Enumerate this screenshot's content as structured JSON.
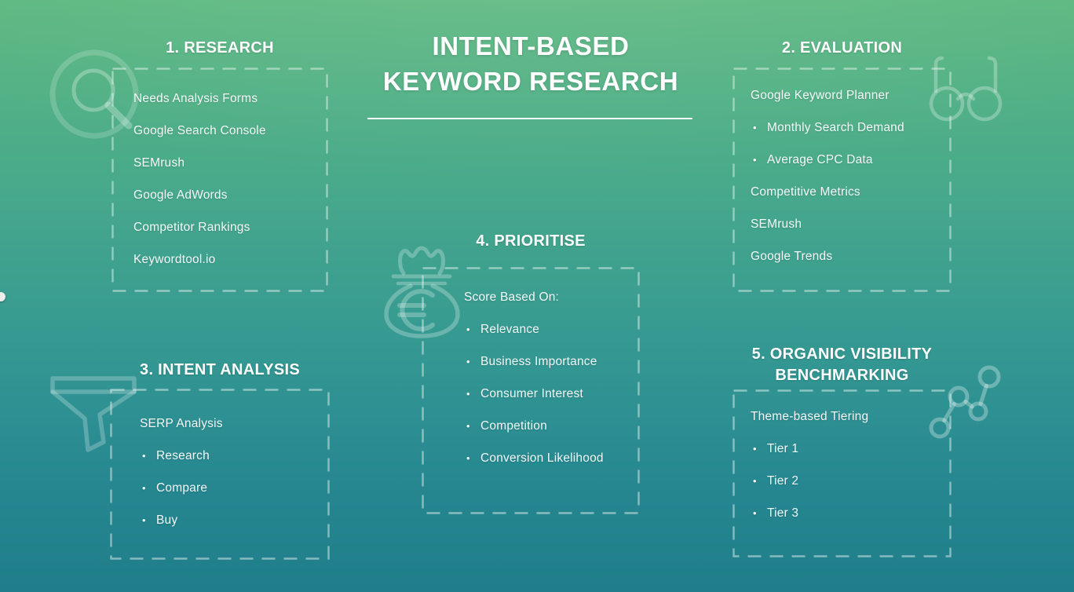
{
  "title": {
    "line1": "INTENT-BASED",
    "line2": "KEYWORD RESEARCH"
  },
  "glyphs": {
    "bullet": "•"
  },
  "colors": {
    "background_top": "#5cb87f",
    "background_bottom": "#1f7e89",
    "dash_border": "rgba(236,246,241,0.5)",
    "heading_text": "#ffffff",
    "item_text": "rgba(255,255,255,0.94)",
    "icon_stroke": "rgba(255,255,255,0.28)"
  },
  "sections": [
    {
      "heading": "1. RESEARCH",
      "icon": "search-icon",
      "items": [
        {
          "text": "Needs Analysis Forms"
        },
        {
          "text": "Google Search Console"
        },
        {
          "text": "SEMrush"
        },
        {
          "text": "Google AdWords"
        },
        {
          "text": "Competitor Rankings"
        },
        {
          "text": "Keywordtool.io"
        }
      ]
    },
    {
      "heading": "2. EVALUATION",
      "icon": "glasses-icon",
      "items": [
        {
          "text": "Google Keyword Planner"
        },
        {
          "text": "Monthly Search Demand",
          "bullet": true
        },
        {
          "text": "Average CPC Data",
          "bullet": true
        },
        {
          "text": "Competitive Metrics"
        },
        {
          "text": "SEMrush"
        },
        {
          "text": "Google Trends"
        }
      ]
    },
    {
      "heading": "3. INTENT ANALYSIS",
      "icon": "funnel-icon",
      "items": [
        {
          "text": "SERP Analysis"
        },
        {
          "text": "Research",
          "bullet": true
        },
        {
          "text": "Compare",
          "bullet": true
        },
        {
          "text": "Buy",
          "bullet": true
        }
      ]
    },
    {
      "heading": "4. PRIORITISE",
      "icon": "money-bag-icon",
      "items": [
        {
          "text": "Score Based On:"
        },
        {
          "text": "Relevance",
          "bullet": true
        },
        {
          "text": "Business Importance",
          "bullet": true
        },
        {
          "text": "Consumer Interest",
          "bullet": true
        },
        {
          "text": "Competition",
          "bullet": true
        },
        {
          "text": "Conversion Likelihood",
          "bullet": true
        }
      ]
    },
    {
      "heading": "5. ORGANIC VISIBILITY BENCHMARKING",
      "icon": "network-chart-icon",
      "items": [
        {
          "text": "Theme-based Tiering"
        },
        {
          "text": "Tier 1",
          "bullet": true
        },
        {
          "text": "Tier 2",
          "bullet": true
        },
        {
          "text": "Tier 3",
          "bullet": true
        }
      ]
    }
  ]
}
